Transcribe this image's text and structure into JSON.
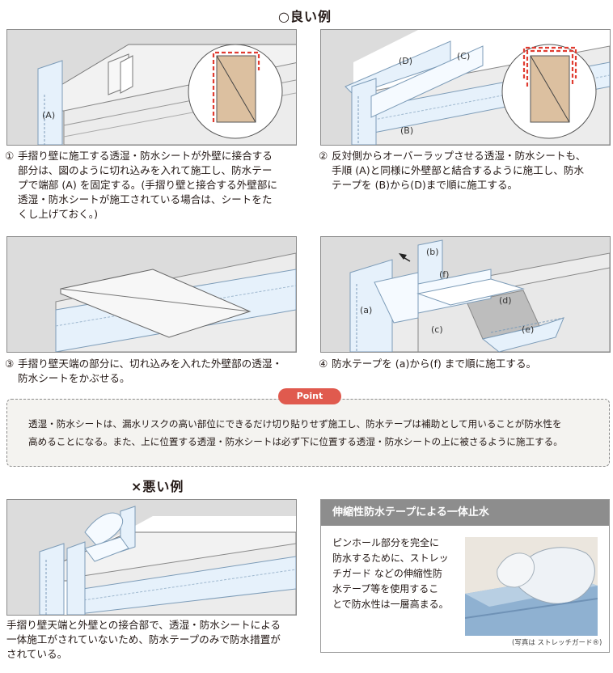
{
  "good": {
    "heading": "○良い例",
    "panel1": {
      "label_a": "(A)"
    },
    "panel2": {
      "label_d": "(D)",
      "label_c": "(C)",
      "label_b": "(B)"
    },
    "panel4": {
      "label_b": "(b)",
      "label_f": "(f)",
      "label_a": "(a)",
      "label_c": "(c)",
      "label_d": "(d)",
      "label_e": "(e)"
    },
    "caption1": {
      "num": "①",
      "lines": [
        "手摺り壁に施工する透湿・防水シートが外壁に接合する",
        "部分は、図のように切れ込みを入れて施工し、防水テー",
        "プで端部 (A) を固定する。(手摺り壁と接合する外壁部に",
        "透湿・防水シートが施工されている場合は、シートをた",
        "くし上げておく。)"
      ]
    },
    "caption2": {
      "num": "②",
      "lines": [
        "反対側からオーバーラップさせる透湿・防水シートも、",
        "手順 (A)と同様に外壁部と結合するように施工し、防水",
        "テープを (B)から(D)まで順に施工する。"
      ]
    },
    "caption3": {
      "num": "③",
      "lines": [
        "手摺り壁天端の部分に、切れ込みを入れた外壁部の透湿・",
        "防水シートをかぶせる。"
      ]
    },
    "caption4": {
      "num": "④",
      "lines": [
        "防水テープを (a)から(f) まで順に施工する。"
      ]
    }
  },
  "point": {
    "badge": "Point",
    "lines": [
      "透湿・防水シートは、漏水リスクの高い部位にできるだけ切り貼りせず施工し、防水テープは補助として用いることが防水性を",
      "高めることになる。また、上に位置する透湿・防水シートは必ず下に位置する透湿・防水シートの上に被さるように施工する。"
    ]
  },
  "bad": {
    "heading": "×悪い例",
    "caption": {
      "lines": [
        "手摺り壁天端と外壁との接合部で、透湿・防水シートによる",
        "一体施工がされていないため、防水テープのみで防水措置が",
        "されている。"
      ]
    }
  },
  "sidebar": {
    "title": "伸縮性防水テープによる一体止水",
    "lines": [
      "ピンホール部分を完全に",
      "防水するために、ストレッ",
      "チガード などの伸縮性防",
      "水テープ等を使用するこ",
      "とで防水性は一層高まる。"
    ],
    "photo_caption": "(写真は ストレッチガード®)"
  },
  "colors": {
    "point_badge": "#e05a4e",
    "side_header": "#8d8d8d",
    "sheet": "#e6f1fb",
    "wood": "#dcc0a0",
    "dash_red": "#e03c31"
  }
}
